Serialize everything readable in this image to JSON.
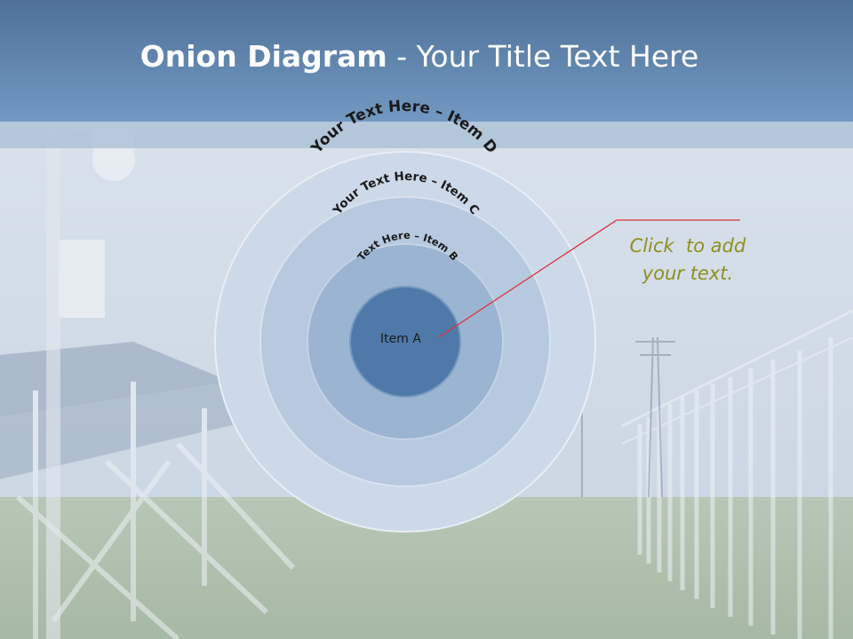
{
  "title": {
    "bold": "Onion Diagram",
    "rest": " - Your Title Text Here"
  },
  "layers": [
    {
      "label": "Your Text Here – Item D",
      "fill": "#ccd9e8"
    },
    {
      "label": "Your Text Here – Item C",
      "fill": "#b6c9df"
    },
    {
      "label": "Text Here – Item B",
      "fill": "#9bb4d2"
    },
    {
      "label": "Item A",
      "fill": "#4f79a8"
    }
  ],
  "callout": {
    "line1": "Click  to add",
    "line2": "your text."
  },
  "colors": {
    "header": "#5e86b2",
    "band": "#a7bdd6",
    "connector": "#e0303a",
    "callout_text": "#8f8f1e"
  }
}
